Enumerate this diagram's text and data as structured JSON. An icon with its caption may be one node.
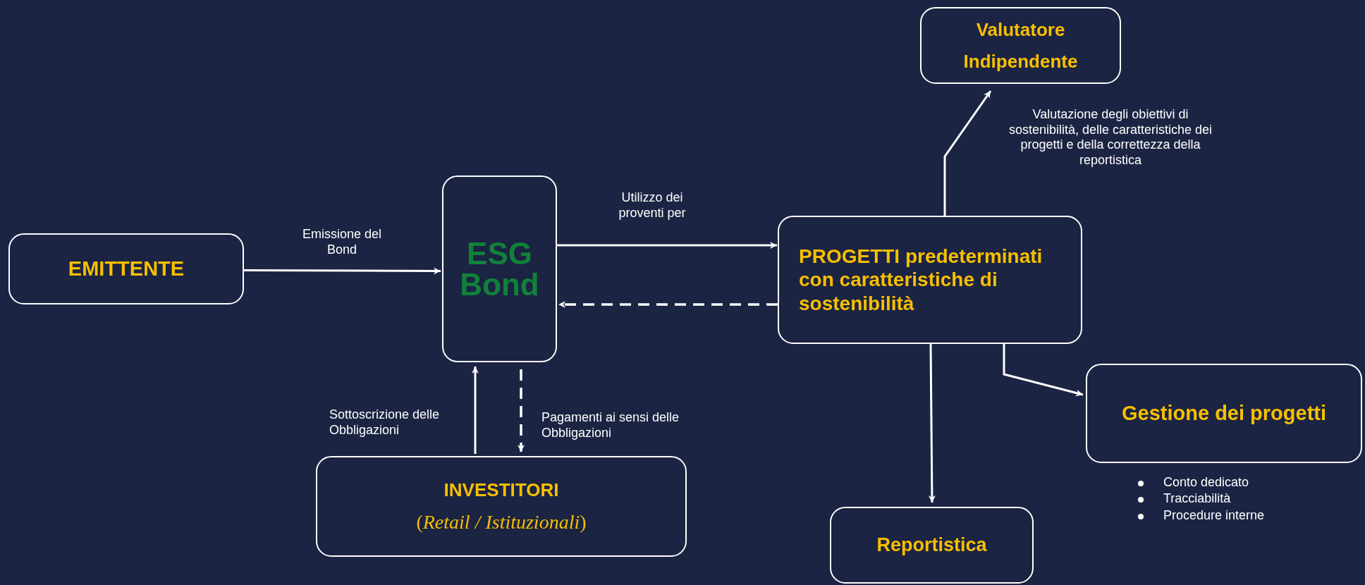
{
  "diagram": {
    "nodes": [
      {
        "text": [
          "EMITTENTE"
        ]
      },
      {
        "text": [
          "ESG Bond"
        ]
      },
      {
        "text": [
          "PROGETTI predeterminati con caratteristiche di sostenibilità"
        ]
      },
      {
        "text": [
          "Valutatore Indipendente"
        ]
      },
      {
        "text": [
          "Gestione dei progetti"
        ],
        "beside": [
          "Conto dedicato",
          "Tracciabilità",
          "Procedure interne"
        ]
      },
      {
        "text": [
          "INVESTITORI",
          "(*Retail / Istituzionali*)"
        ]
      },
      {
        "text": [
          "Reportistica"
        ]
      }
    ],
    "edges": [
      {
        "from": 0,
        "to": 1,
        "arrow": "to",
        "label": "Emissione del Bond"
      },
      {
        "from": 1,
        "to": 2,
        "arrow": "to",
        "label": "Utilizzo dei proventi per"
      },
      {
        "from": 2,
        "to": 1,
        "arrow": "to",
        "style": "dashed"
      },
      {
        "from": 5,
        "to": 1,
        "arrow": "to",
        "label": "Sottoscrizione delle Obbligazioni"
      },
      {
        "from": 1,
        "to": 5,
        "arrow": "to",
        "style": "dashed",
        "label": "Pagamenti ai sensi delle Obbligazioni"
      },
      {
        "from": 2,
        "to": 3,
        "arrow": "to",
        "label": "Valutazione degli obiettivi di sostenibilità, delle caratteristiche dei progetti e della correttezza della reportistica"
      },
      {
        "from": 2,
        "to": 6,
        "arrow": "to"
      },
      {
        "from": 2,
        "to": 4,
        "arrow": "to"
      }
    ]
  }
}
